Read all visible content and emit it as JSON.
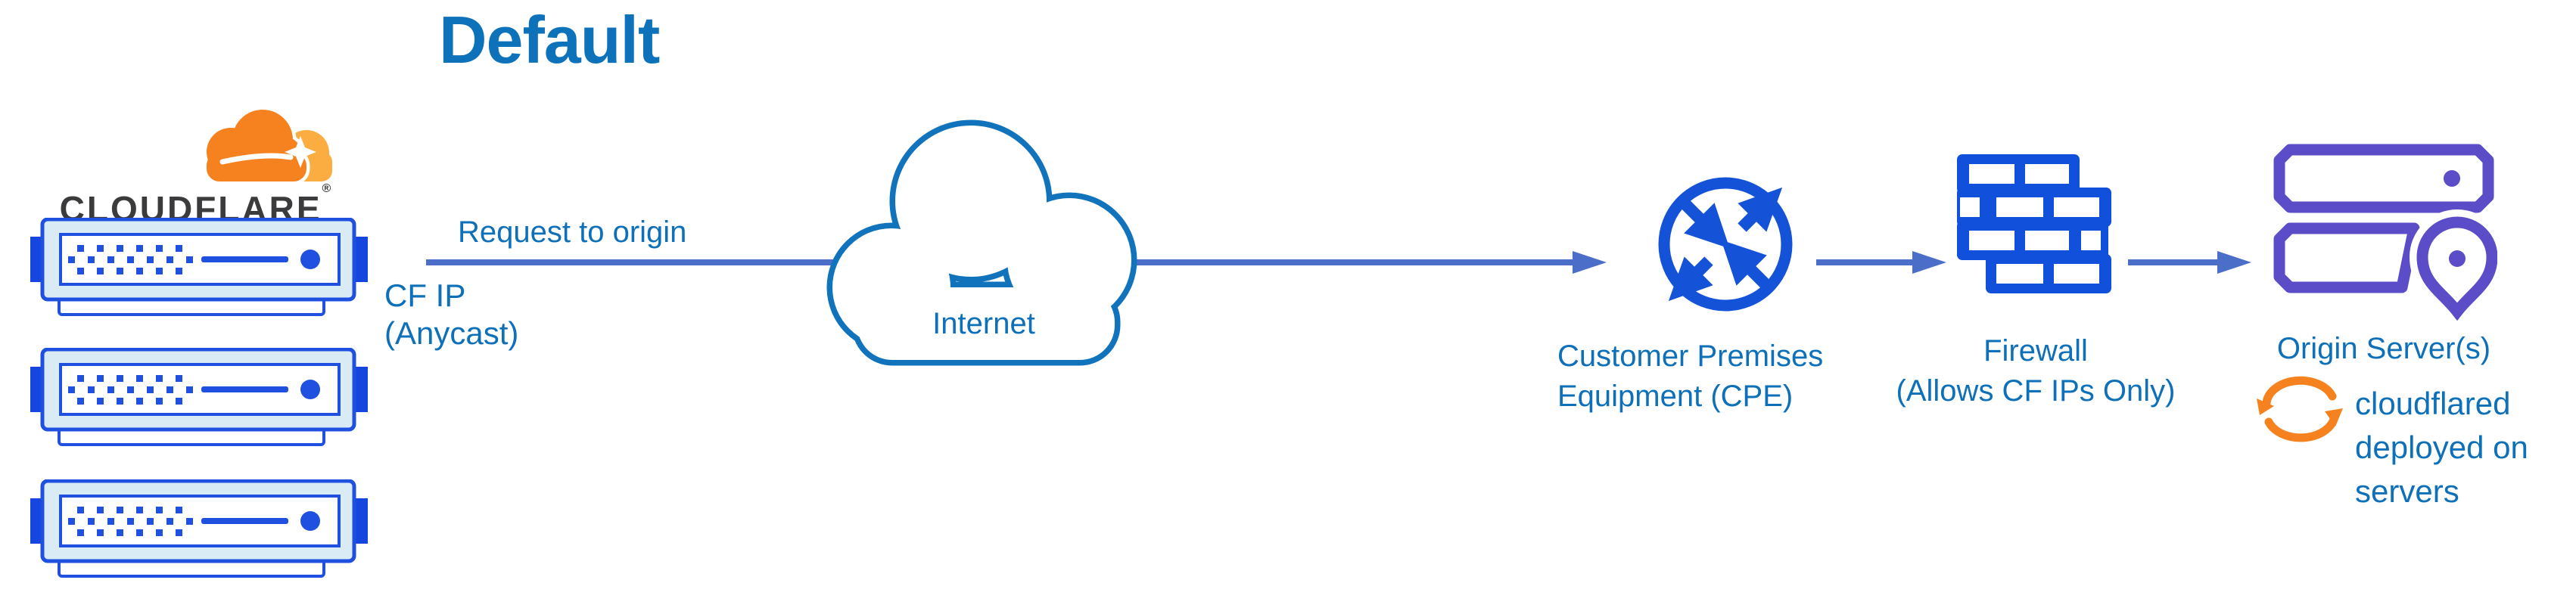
{
  "title": "Default",
  "logo": {
    "wordmark": "CLOUDFLARE",
    "registered": "®"
  },
  "labels": {
    "request": "Request to origin",
    "cf_ip_line1": "CF IP",
    "cf_ip_line2": "(Anycast)",
    "internet": "Internet",
    "cpe_line1": "Customer Premises",
    "cpe_line2": "Equipment (CPE)",
    "firewall_line1": "Firewall",
    "firewall_line2": "(Allows CF IPs Only)",
    "origin": "Origin Server(s)",
    "cloudflared_line1": "cloudflared",
    "cloudflared_line2": "deployed on",
    "cloudflared_line3": "servers"
  },
  "icons": [
    "cloudflare-logo-icon",
    "edge-server-rack-icon",
    "internet-cloud-icon",
    "arrow-right-icon",
    "cpe-router-icon",
    "firewall-brick-icon",
    "origin-servers-icon",
    "location-pin-icon",
    "sync-arrows-icon"
  ],
  "colors": {
    "heading_blue": "#0e72ba",
    "label_blue": "#0d70b8",
    "connector_blue": "#4b6ec9",
    "icon_blue": "#1453d8",
    "server_stroke_blue": "#2050e0",
    "server_tab_blue": "#1546dd",
    "server_fill_cyan": "#d9ecf5",
    "cloud_stroke_blue": "#1173bb",
    "origin_purple": "#5b4cc8",
    "cf_orange": "#f6821f",
    "cf_orange_light": "#fbad41",
    "wordmark_gray": "#3b3b3d"
  }
}
